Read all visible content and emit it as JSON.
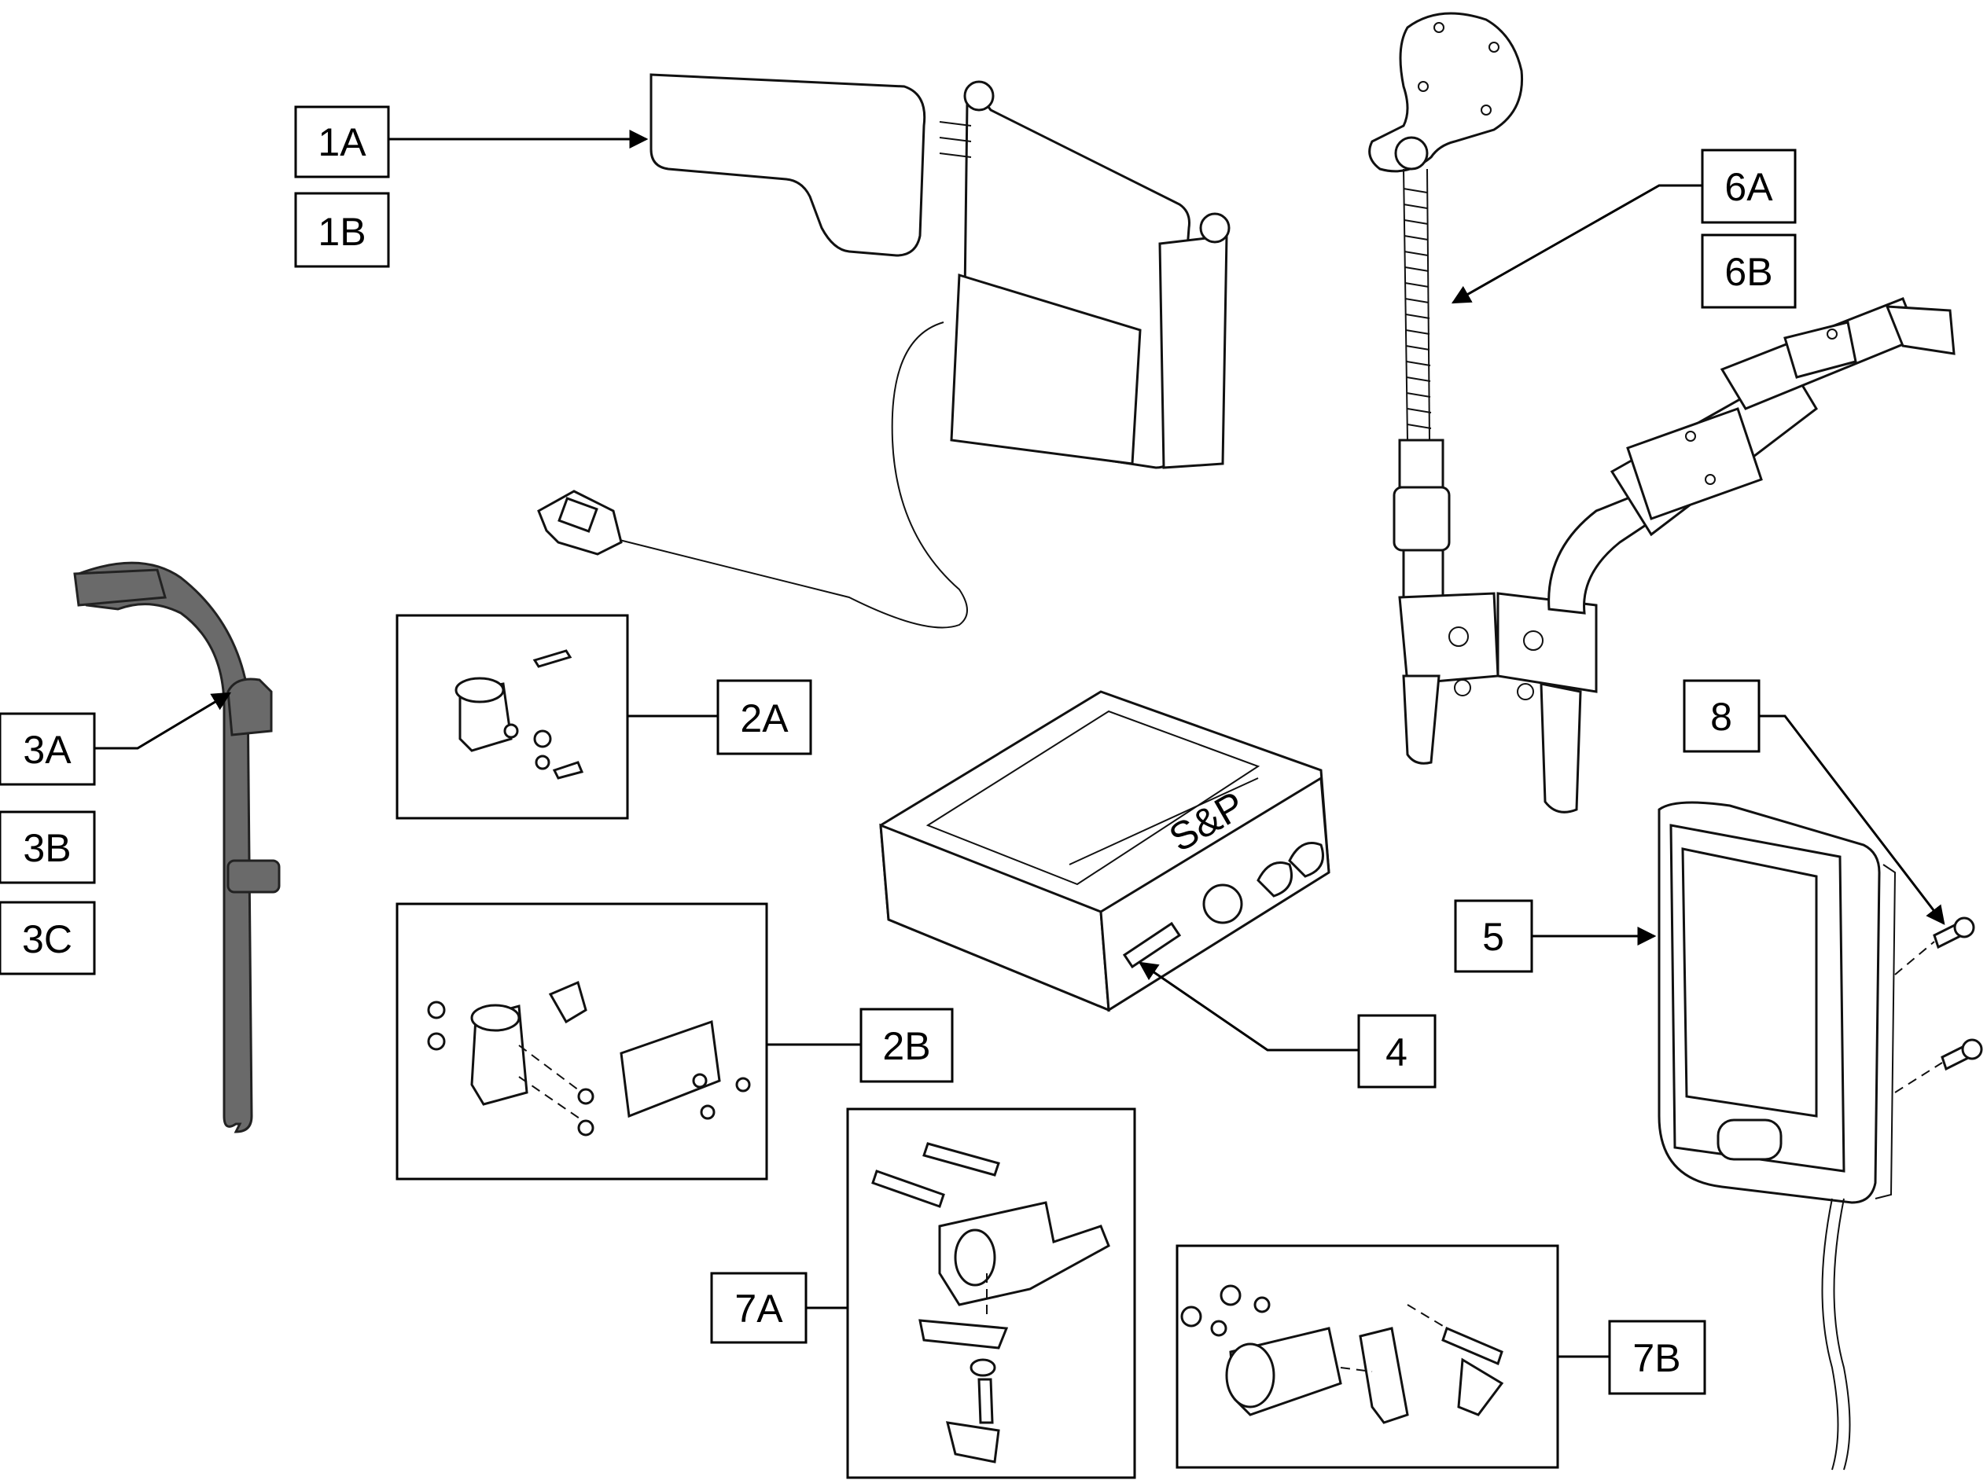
{
  "callouts": {
    "c1a": "1A",
    "c1b": "1B",
    "c2a": "2A",
    "c2b": "2B",
    "c3a": "3A",
    "c3b": "3B",
    "c3c": "3C",
    "c4": "4",
    "c5": "5",
    "c6a": "6A",
    "c6b": "6B",
    "c7a": "7A",
    "c7b": "7B",
    "c8": "8"
  },
  "controller_label": "S&P"
}
